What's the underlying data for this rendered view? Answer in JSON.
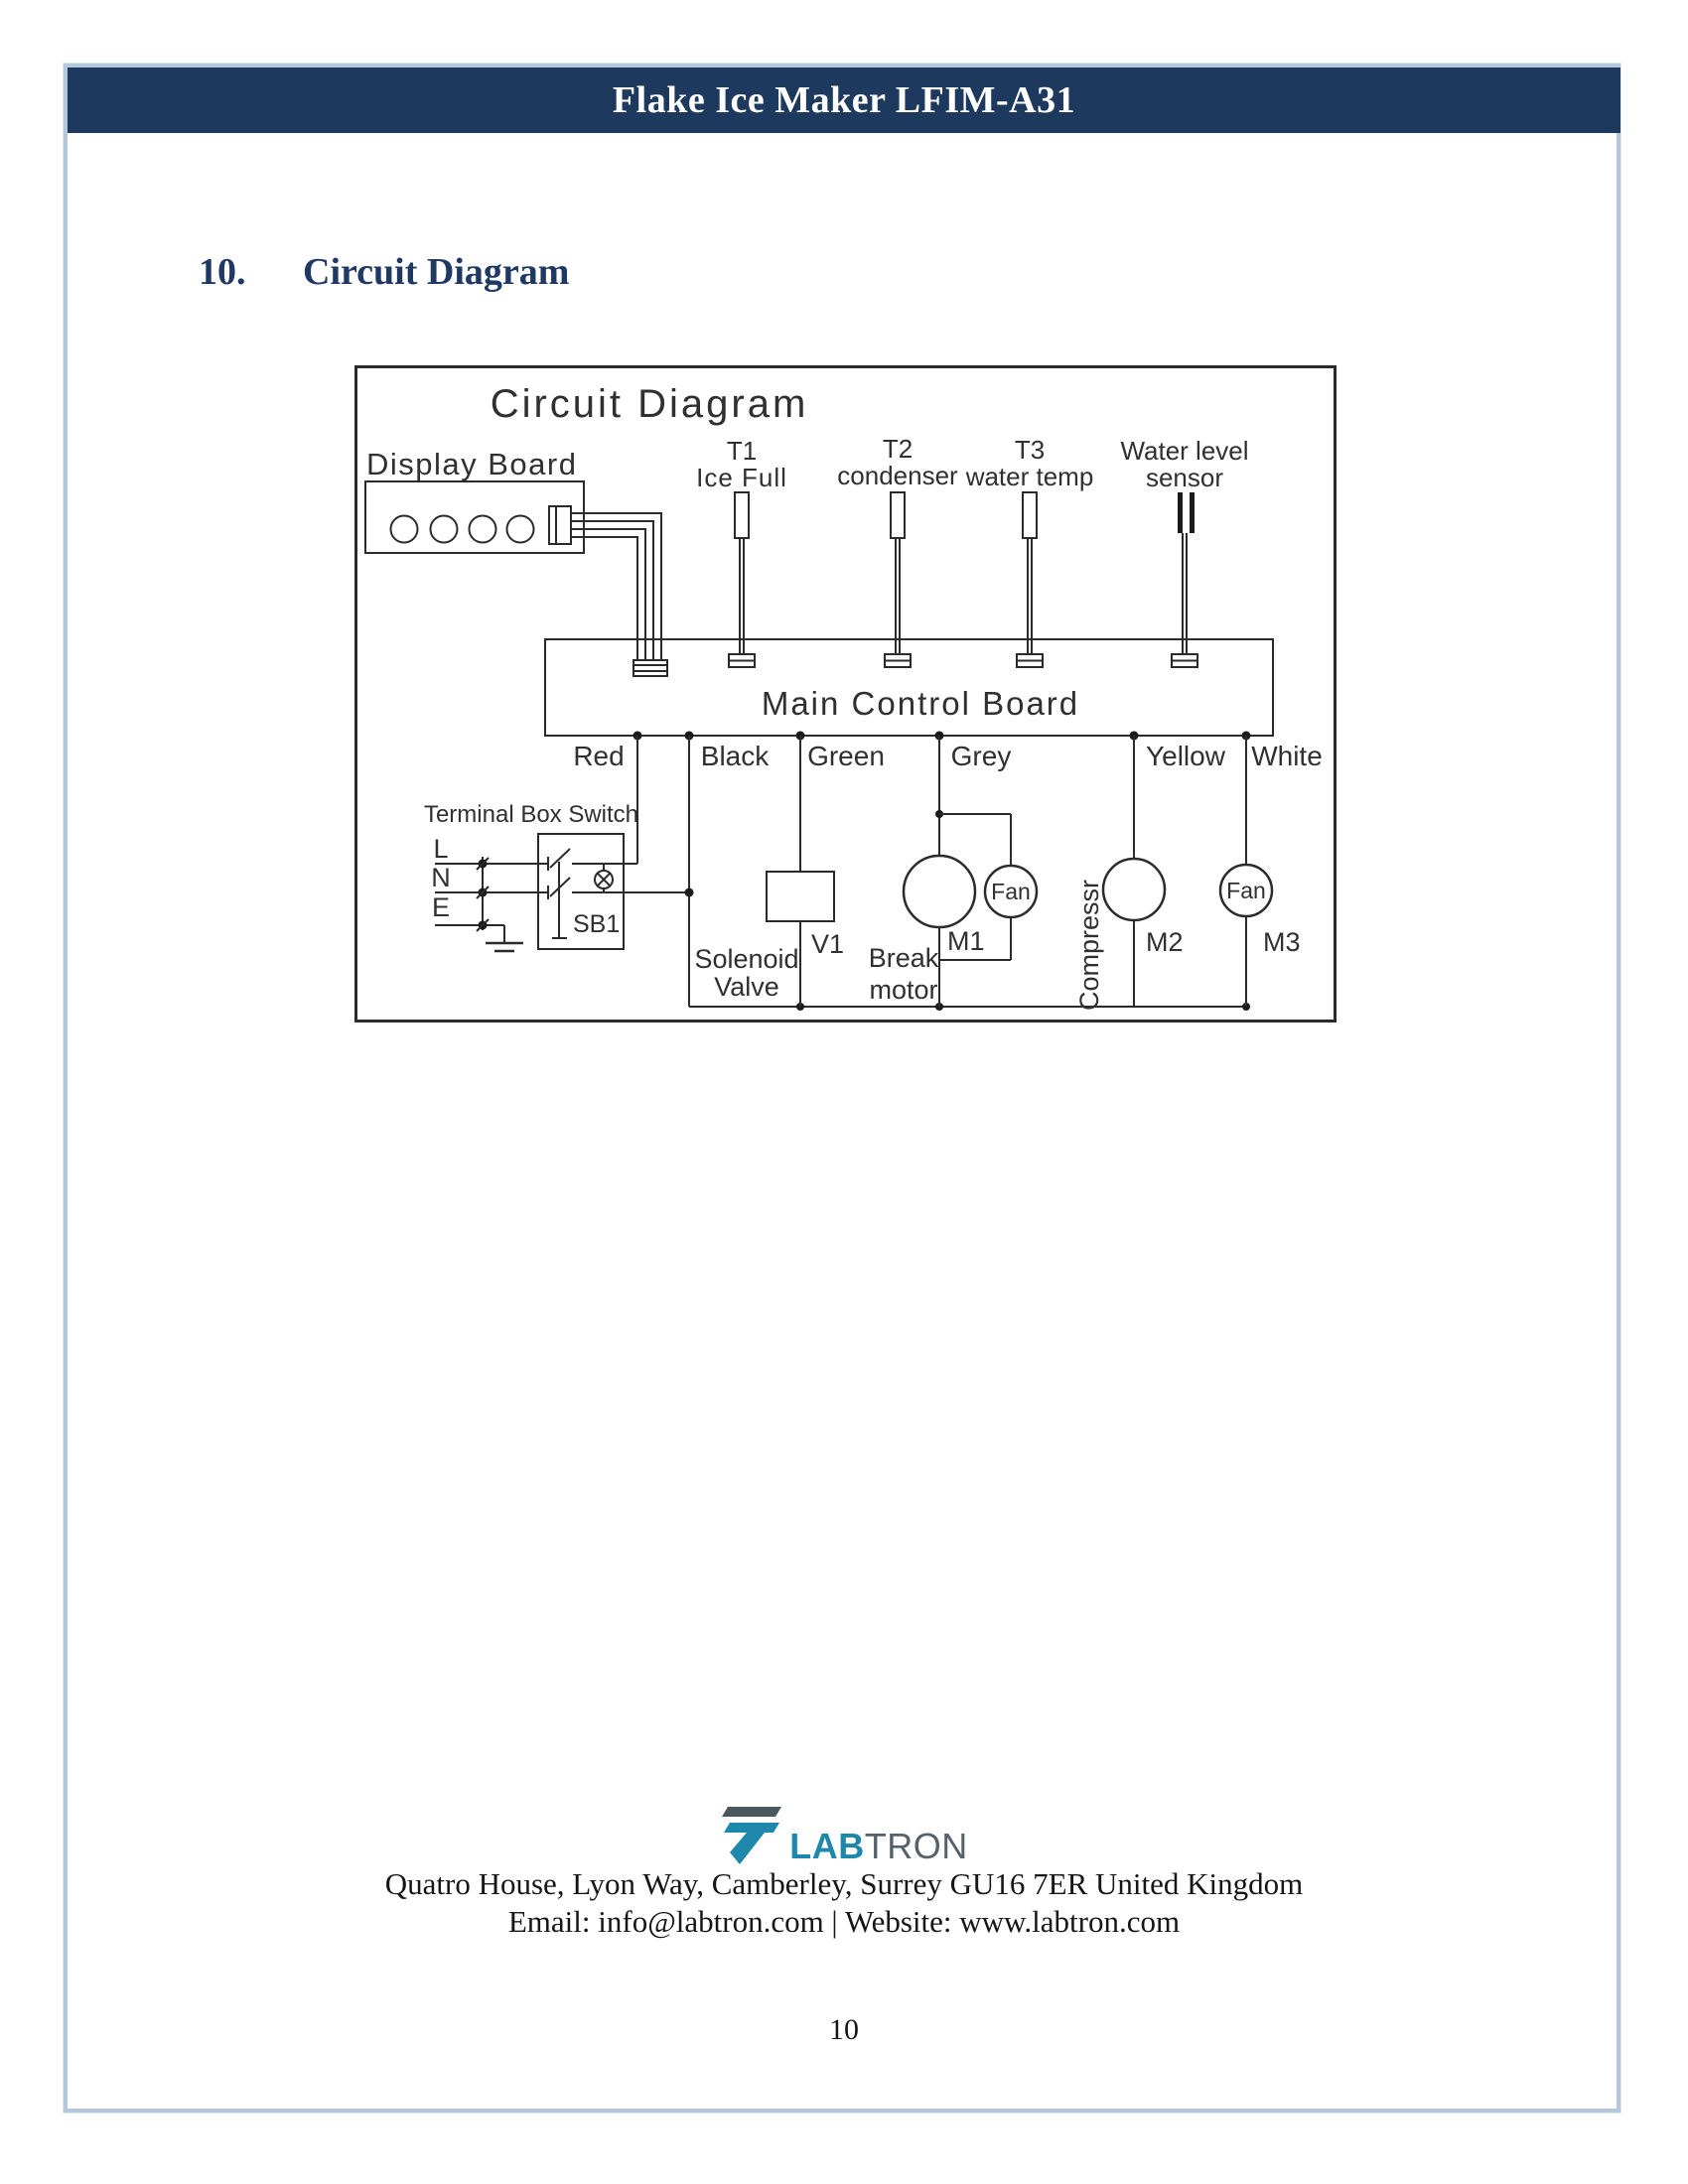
{
  "header": {
    "title": "Flake Ice Maker LFIM-A31",
    "bar_color": "#1d395e",
    "frame_color": "#b5c7da"
  },
  "section": {
    "number": "10.",
    "title": "Circuit Diagram",
    "color": "#1f3864"
  },
  "diagram": {
    "title": "Circuit Diagram",
    "display_board": {
      "label": "Display Board"
    },
    "sensors": [
      {
        "id": "T1",
        "name": "Ice Full"
      },
      {
        "id": "T2",
        "name": "condenser"
      },
      {
        "id": "T3",
        "name": "water temp"
      },
      {
        "id": "Water level",
        "name": "sensor"
      }
    ],
    "main_control_board": {
      "label": "Main Control Board"
    },
    "wires": [
      "Red",
      "Black",
      "Green",
      "Grey",
      "Yellow",
      "White"
    ],
    "terminal_box": {
      "label": "Terminal Box Switch",
      "terminals": [
        "L",
        "N",
        "E"
      ],
      "switch_id": "SB1"
    },
    "components": {
      "solenoid_valve": {
        "line1": "Solenoid",
        "line2": "Valve",
        "id": "V1"
      },
      "break_motor": {
        "line1": "Break",
        "line2": "motor",
        "id": "M1",
        "fan": "Fan"
      },
      "compressor": {
        "label": "Compressr",
        "id": "M2"
      },
      "fan_m3": {
        "label": "Fan",
        "id": "M3"
      }
    }
  },
  "footer": {
    "logo": {
      "lab": "LAB",
      "tron": "TRON",
      "teal": "#1e87ac",
      "slate": "#55626b"
    },
    "address": "Quatro House, Lyon Way, Camberley, Surrey GU16 7ER United Kingdom",
    "contact": "Email: info@labtron.com | Website: www.labtron.com",
    "page_number": "10"
  }
}
